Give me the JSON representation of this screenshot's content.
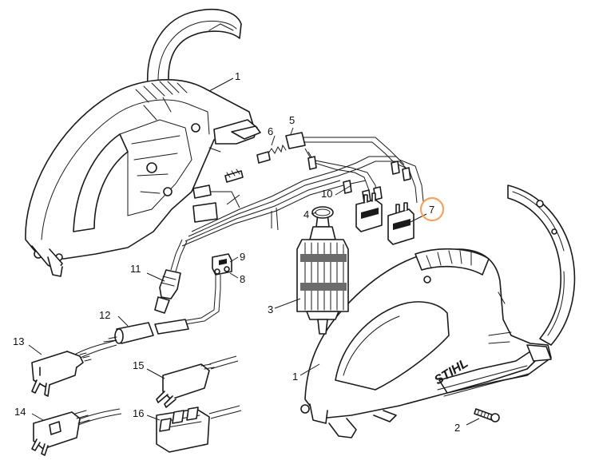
{
  "brand_text": "STIHL",
  "highlight_color": "#f4a460",
  "callouts": {
    "c1a": "1",
    "c1b": "1",
    "c2": "2",
    "c3": "3",
    "c4": "4",
    "c5": "5",
    "c6": "6",
    "c7": "7",
    "c8": "8",
    "c9": "9",
    "c10": "10",
    "c11": "11",
    "c12": "12",
    "c13": "13",
    "c14": "14",
    "c15": "15",
    "c16": "16"
  }
}
